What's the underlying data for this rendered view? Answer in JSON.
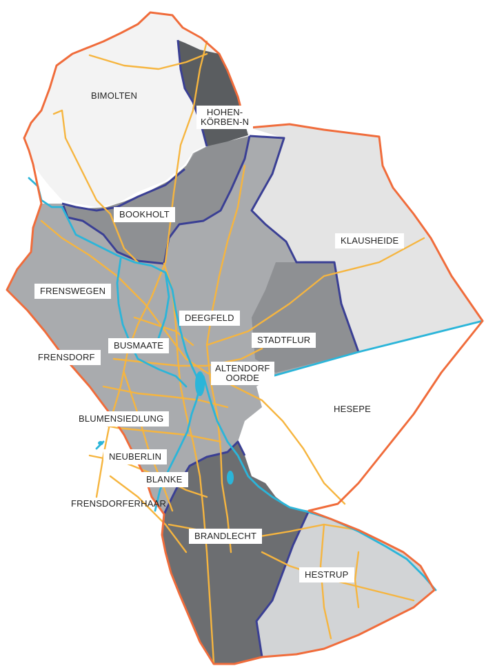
{
  "colors": {
    "outer_border": "#F06C3B",
    "district_border": "#3A3F94",
    "rivers": "#2BB5D9",
    "roads": "#F6B53F",
    "fill_white": "#F3F3F3",
    "fill_light": "#E4E4E4",
    "fill_medium": "#A9ABAE",
    "fill_mid_dark": "#8E9093",
    "fill_dark": "#6C6E71",
    "fill_darkest": "#5A5D60",
    "label_bg": "#FFFFFF",
    "label_text": "#222222"
  },
  "districts": {
    "bimolten": "BIMOLTEN",
    "hohenkoerben": "HOHEN-\nKÖRBEN-N",
    "klausheide": "KLAUSHEIDE",
    "bookholt": "BOOKHOLT",
    "frenswegen": "FRENSWEGEN",
    "deegfeld": "DEEGFELD",
    "stadtflur": "STADTFLUR",
    "busmaate": "BUSMAATE",
    "frensdorf": "FRENSDORF",
    "altendorf": "ALTENDORF\nOORDE",
    "hesepe": "HESEPE",
    "blumensiedlung": "BLUMENSIEDLUNG",
    "neuberlin": "NEUBERLIN",
    "blanke": "BLANKE",
    "frensdorferhaar": "FRENSDORFERHAAR",
    "brandlecht": "BRANDLECHT",
    "hestrup": "HESTRUP"
  }
}
